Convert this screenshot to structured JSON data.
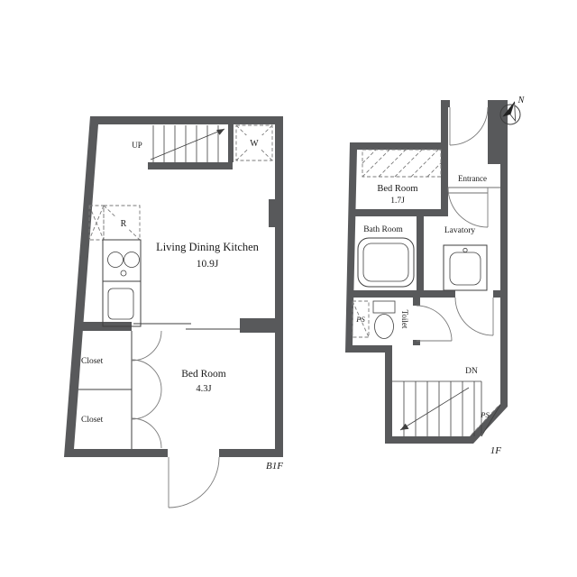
{
  "colors": {
    "wall": "#58595b",
    "line": "#3f3f3f",
    "dash": "#7a7a7a",
    "text": "#1a1a1a",
    "bg": "#ffffff"
  },
  "b1f": {
    "floor": "B1F",
    "up": "UP",
    "w": "W",
    "r": "R",
    "ldk_name": "Living Dining Kitchen",
    "ldk_size": "10.9J",
    "bed_name": "Bed Room",
    "bed_size": "4.3J",
    "closet_a": "Closet",
    "closet_b": "Closet"
  },
  "f1": {
    "floor": "1F",
    "n": "N",
    "bed_name": "Bed Room",
    "bed_size": "1.7J",
    "entrance": "Entrance",
    "bath": "Bath Room",
    "lavatory": "Lavatory",
    "toilet": "Toilet",
    "ps_a": "PS",
    "ps_b": "PS",
    "dn": "DN"
  }
}
